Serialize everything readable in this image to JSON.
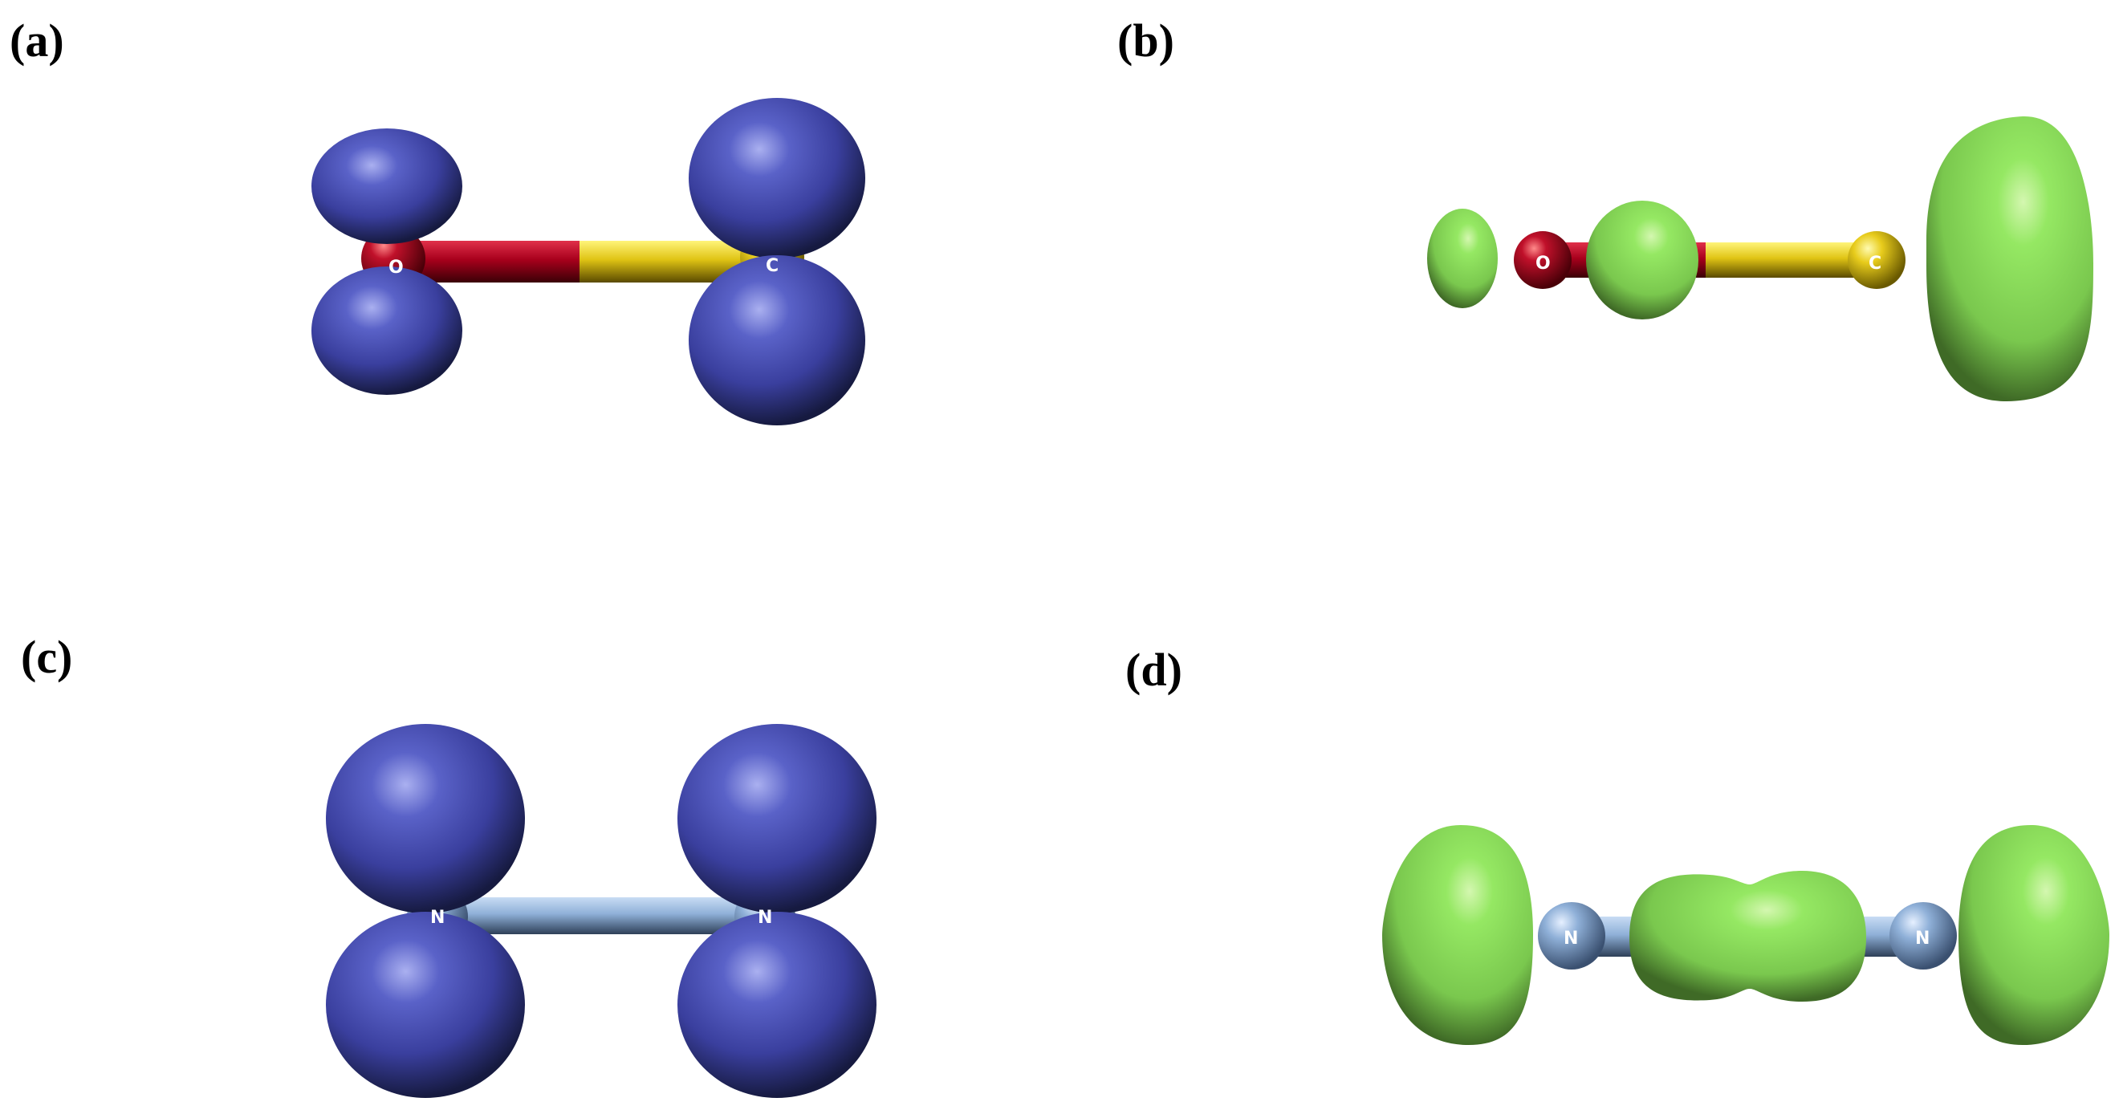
{
  "panels": [
    {
      "id": "a",
      "label": "(a)",
      "atoms": [
        "O",
        "C"
      ],
      "lobe_color": "#3f45a8"
    },
    {
      "id": "b",
      "label": "(b)",
      "atoms": [
        "O",
        "C"
      ],
      "lobe_color": "#8fe05a"
    },
    {
      "id": "c",
      "label": "(c)",
      "atoms": [
        "N",
        "N"
      ],
      "lobe_color": "#3f45a8"
    },
    {
      "id": "d",
      "label": "(d)",
      "atoms": [
        "N",
        "N"
      ],
      "lobe_color": "#8fe05a"
    }
  ],
  "colors": {
    "oxygen": "#a8001c",
    "carbon": "#e6c818",
    "nitrogen": "#8fb0d8",
    "blue_lobe": "#3f45a8",
    "green_lobe": "#8fe05a"
  }
}
